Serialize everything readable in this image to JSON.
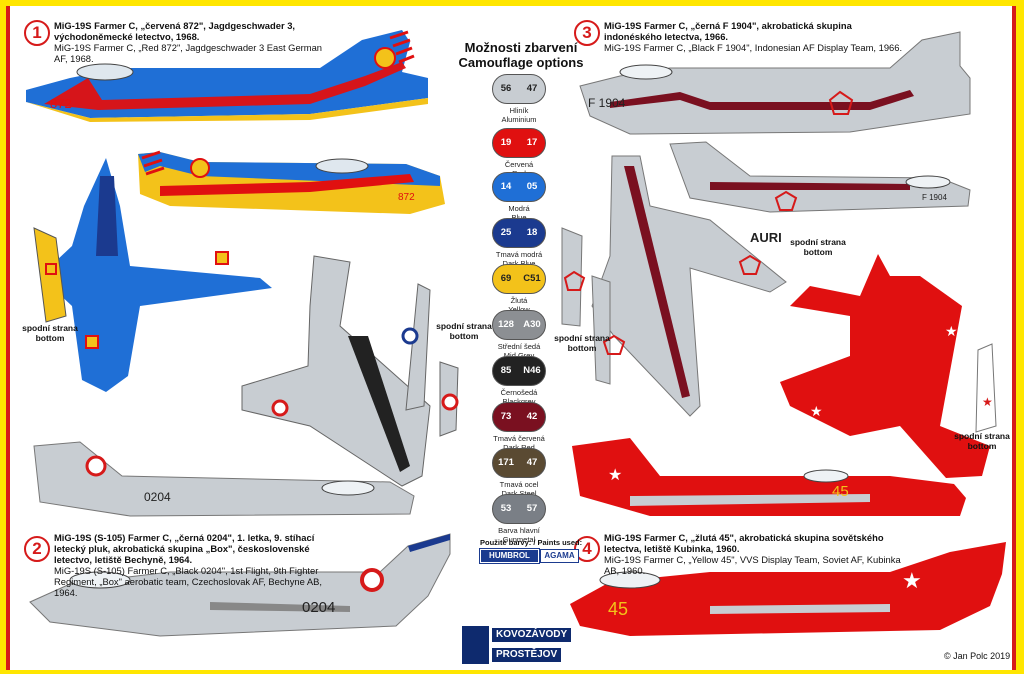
{
  "title": {
    "line1": "Možnosti zbarvení",
    "line2": "Camouflage options"
  },
  "schemes": [
    {
      "num": "1",
      "bold": "MiG-19S Farmer C, „červená 872\", Jagdgeschwader 3, východoněmecké letectvo, 1968.",
      "plain": "MiG-19S Farmer C, „Red 872\", Jagdgeschwader 3 East German AF, 1968.",
      "code": "872"
    },
    {
      "num": "2",
      "bold": "MiG-19S (S-105) Farmer C, „černá 0204\", 1. letka, 9. stíhací letecký pluk, akrobatická skupina „Box\", československé letectvo, letiště Bechyně, 1964.",
      "plain": "MiG-19S (S-105) Farmer C, „Black 0204\", 1st Flight, 9th Fighter Regiment, „Box\" aerobatic team, Czechoslovak AF, Bechyne AB, 1964.",
      "code": "0204"
    },
    {
      "num": "3",
      "bold": "MiG-19S Farmer C, „černá F 1904\", akrobatická skupina indonéského letectva, 1966.",
      "plain": "MiG-19S Farmer C, „Black F 1904\", Indonesian AF Display Team, 1966.",
      "code": "F1904"
    },
    {
      "num": "4",
      "bold": "MiG-19S Farmer C, „žlutá 45\", akrobatická skupina sovětského letectva, letiště Kubinka, 1960.",
      "plain": "MiG-19S Farmer C, „Yellow 45\", VVS Display Team, Soviet AF, Kubinka AB, 1960.",
      "code": "45"
    }
  ],
  "extra_markings": {
    "auri": "AURI",
    "code3_fin": "F 1904",
    "code1b": "872",
    "code2b": "0204",
    "code3b": "F 1904",
    "code4b": "45"
  },
  "bottom_note": {
    "cz": "spodní strana",
    "en": "bottom"
  },
  "swatches": [
    {
      "a": "56",
      "b": "47",
      "cz": "Hliník",
      "en": "Aluminium",
      "color": "#c8cdd2",
      "text": "#222"
    },
    {
      "a": "19",
      "b": "17",
      "cz": "Červená",
      "en": "Red",
      "color": "#e01010",
      "text": "#fff"
    },
    {
      "a": "14",
      "b": "05",
      "cz": "Modrá",
      "en": "Blue",
      "color": "#1f6fd6",
      "text": "#fff"
    },
    {
      "a": "25",
      "b": "18",
      "cz": "Tmavá modrá",
      "en": "Dark Blue",
      "color": "#1b3a8f",
      "text": "#fff"
    },
    {
      "a": "69",
      "b": "C51",
      "cz": "Žlutá",
      "en": "Yellow",
      "color": "#f3c21a",
      "text": "#222"
    },
    {
      "a": "128",
      "b": "A30",
      "cz": "Střední šedá",
      "en": "Mid Grey",
      "color": "#8c8f93",
      "text": "#fff"
    },
    {
      "a": "85",
      "b": "N46",
      "cz": "Černošedá",
      "en": "Blackgrey",
      "color": "#222222",
      "text": "#fff"
    },
    {
      "a": "73",
      "b": "42",
      "cz": "Tmavá červená",
      "en": "Dark Red",
      "color": "#7a1020",
      "text": "#fff"
    },
    {
      "a": "171",
      "b": "47",
      "cz": "Tmavá ocel",
      "en": "Dark Steel",
      "color": "#5a4a32",
      "text": "#fff"
    },
    {
      "a": "53",
      "b": "57",
      "cz": "Barva hlavní",
      "en": "Gunmetal",
      "color": "#7a7f86",
      "text": "#fff"
    }
  ],
  "paints_used": "Použité barvy: / Paints used:",
  "paint_brands": {
    "humbrol": "HUMBROL",
    "agama": "AGAMA"
  },
  "manufacturer": {
    "line1": "KOVOZÁVODY",
    "line2": "PROSTĚJOV"
  },
  "copyright": "© Jan Polc 2019",
  "colors": {
    "frame_yellow": "#ffe600",
    "frame_red": "#d61a1a",
    "blue": "#1f6fd6",
    "yellow": "#f3c21a",
    "red": "#e01010",
    "aluminium": "#c8cdd2",
    "dark_red": "#7a1020"
  }
}
